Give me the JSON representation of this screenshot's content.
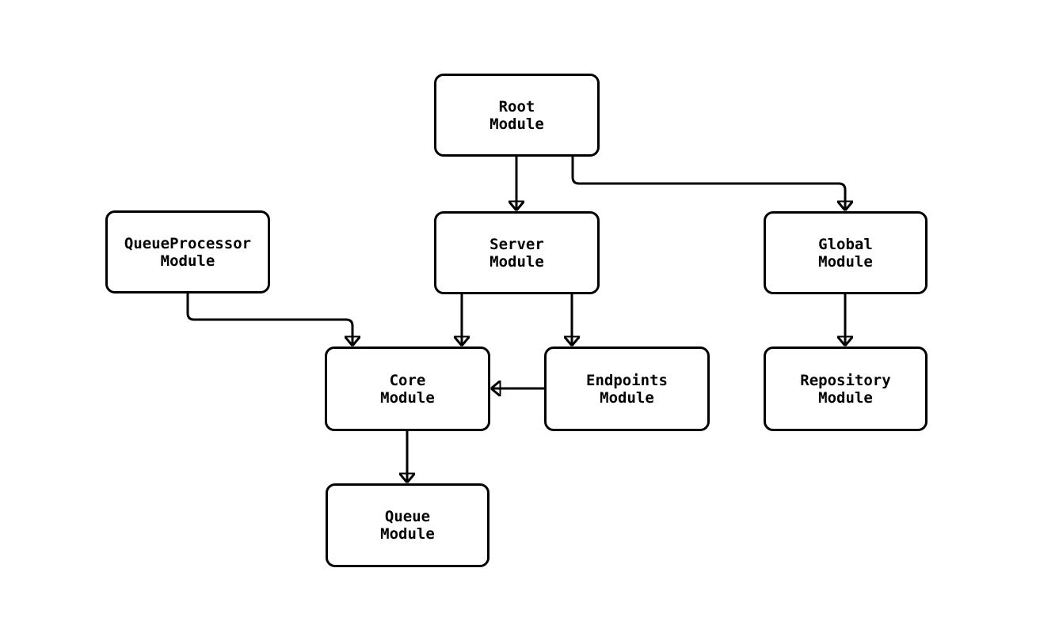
{
  "diagram": {
    "type": "module-dependency-flowchart",
    "background_color": "#ffffff",
    "stroke_color": "#000000",
    "text_color": "#000000",
    "node_fill_color": "#ffffff",
    "nodes": [
      {
        "id": "root",
        "lines": [
          "Root",
          "Module"
        ]
      },
      {
        "id": "queue-processor",
        "lines": [
          "QueueProcessor",
          "Module"
        ]
      },
      {
        "id": "server",
        "lines": [
          "Server",
          "Module"
        ]
      },
      {
        "id": "global",
        "lines": [
          "Global",
          "Module"
        ]
      },
      {
        "id": "core",
        "lines": [
          "Core",
          "Module"
        ]
      },
      {
        "id": "endpoints",
        "lines": [
          "Endpoints",
          "Module"
        ]
      },
      {
        "id": "repository",
        "lines": [
          "Repository",
          "Module"
        ]
      },
      {
        "id": "queue",
        "lines": [
          "Queue",
          "Module"
        ]
      }
    ],
    "edges": [
      {
        "from": "root",
        "to": "server"
      },
      {
        "from": "root",
        "to": "global"
      },
      {
        "from": "queue-processor",
        "to": "core"
      },
      {
        "from": "server",
        "to": "core"
      },
      {
        "from": "server",
        "to": "endpoints"
      },
      {
        "from": "endpoints",
        "to": "core"
      },
      {
        "from": "global",
        "to": "repository"
      },
      {
        "from": "core",
        "to": "queue"
      }
    ]
  }
}
